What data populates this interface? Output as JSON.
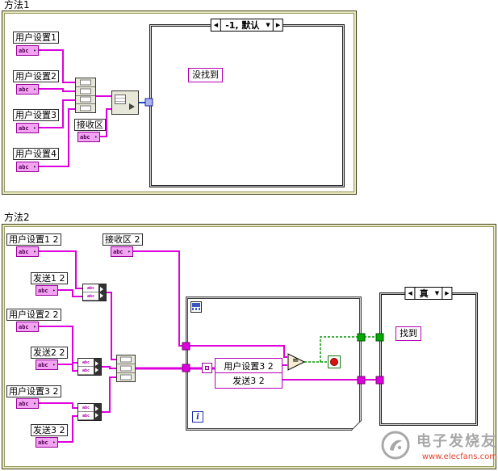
{
  "glyphs": {
    "abc": "abc",
    "arrow": "▸",
    "case_prev": "◀",
    "case_next": "▶",
    "case_dropdown": "▼",
    "equals": "=",
    "iterator": "i"
  },
  "method1": {
    "title": "方法1",
    "terminals": {
      "t1": "用户设置1",
      "t2": "用户设置2",
      "t3": "用户设置3",
      "t4": "用户设置4",
      "recv": "接收区"
    },
    "case": {
      "selector": "-1, 默认",
      "content": "没找到"
    }
  },
  "method2": {
    "title": "方法2",
    "terminals": {
      "t1": "用户设置1 2",
      "send1": "发送1 2",
      "t2": "用户设置2 2",
      "send2": "发送2 2",
      "t3": "用户设置3 2",
      "send3": "发送3 2",
      "recv": "接收区 2"
    },
    "unbundle": {
      "row1": "用户设置3 2",
      "row2": "发送3 2"
    },
    "case": {
      "selector": "真",
      "content": "找到"
    }
  },
  "watermark": {
    "brand": "电子发烧友",
    "url": "www.elecfans.com"
  }
}
